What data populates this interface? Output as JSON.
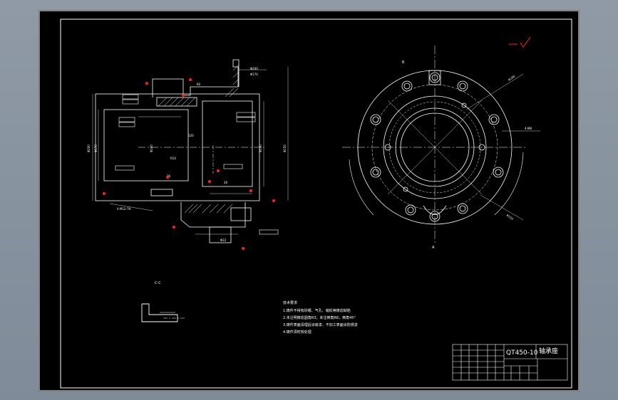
{
  "drawing": {
    "title_block": {
      "material": "QT450-10",
      "part_name": "轴承座"
    },
    "section_label": "C-C",
    "label_A": "A",
    "label_B": "B",
    "notes": [
      "技术要求",
      "1.铸件不得有砂眼、气孔、缩松等铸造缺陷",
      "2.未注明铸造圆角R3；未注倒角R8，倒角45°",
      "3.铸件表面清理后涂底漆，不加工表面涂防锈漆",
      "4.铸件须时效处理"
    ],
    "hole_callout": "4-M12-7H",
    "hole_callout2": "4-M8",
    "pcd_label": "Φ180",
    "bore_label": "Φ120",
    "dims": {
      "d1": "Φ200",
      "d2": "Φ170",
      "d3": "Φ150",
      "d4": "Φ130",
      "d5": "Φ100",
      "d6": "120",
      "d7": "60",
      "d8": "26",
      "d9": "R10",
      "d10": "Φ22"
    }
  },
  "colors": {
    "line": "#ffffff",
    "mark": "#ff2020",
    "background": "#000000"
  }
}
